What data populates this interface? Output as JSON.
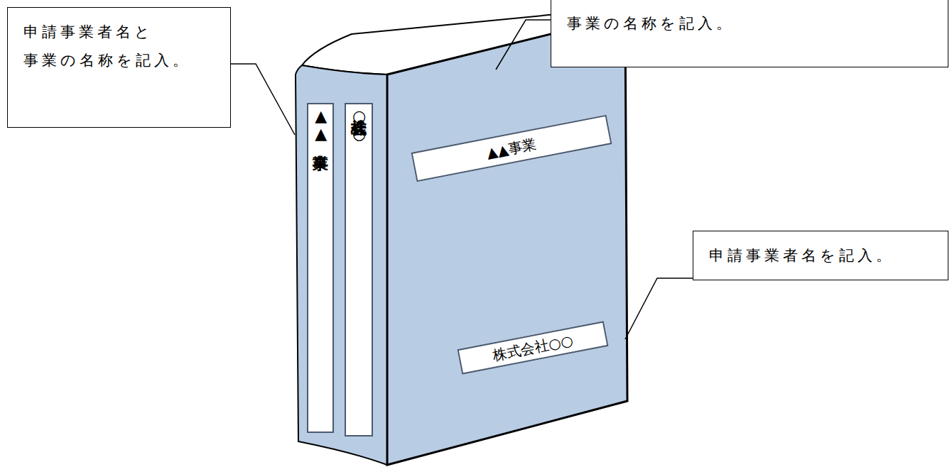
{
  "diagram": {
    "nodes": [
      {
        "text": [
          "申請事業者名と 事業の名称を記入。"
        ]
      },
      {
        "text": [
          "事業の名称を記入。"
        ]
      },
      {
        "text": [
          "▲▲事業"
        ]
      },
      {
        "text": [
          "株式会社○○"
        ]
      },
      {
        "text": [
          "▲▲事業"
        ]
      },
      {
        "text": [
          "申請事業者名を記入。"
        ]
      },
      {
        "text": [
          "株式会社○○"
        ]
      }
    ]
  }
}
